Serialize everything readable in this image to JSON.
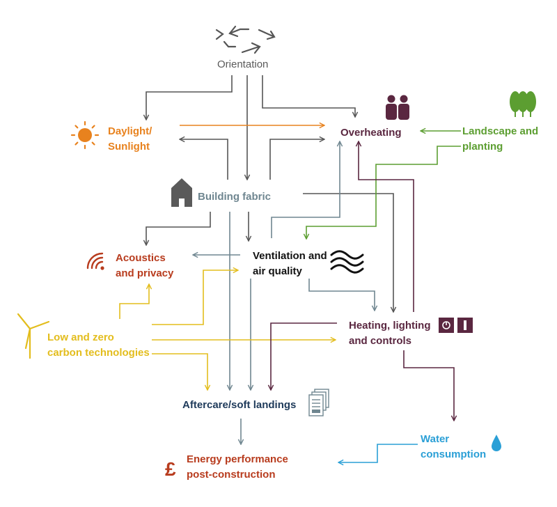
{
  "title": "",
  "colors": {
    "orientation": "#5a5a5a",
    "daylight": "#e8821e",
    "overheating": "#5a2740",
    "landscape": "#5c9e31",
    "building": "#6f8690",
    "acoustics": "#b83c1e",
    "ventilation": "#111111",
    "lzc": "#e3bd1d",
    "heating": "#5a2740",
    "aftercare": "#1e3a5a",
    "water": "#2a9fd6",
    "energy": "#b83c1e",
    "grey_line": "#555555",
    "slate_line": "#6f8690"
  },
  "nodes": {
    "orientation": {
      "label": "Orientation",
      "icon": "rotating-arrows-icon"
    },
    "daylight": {
      "line1": "Daylight/",
      "line2": "Sunlight",
      "icon": "sun-icon"
    },
    "overheating": {
      "label": "Overheating",
      "icon": "people-icon"
    },
    "landscape": {
      "line1": "Landscape and",
      "line2": "planting",
      "icon": "trees-icon"
    },
    "building": {
      "label": "Building fabric",
      "icon": "house-icon"
    },
    "acoustics": {
      "line1": "Acoustics",
      "line2": "and privacy",
      "icon": "sound-waves-icon"
    },
    "ventilation": {
      "line1": "Ventilation and",
      "line2": "air quality",
      "icon": "air-flow-icon"
    },
    "lzc": {
      "line1": "Low and zero",
      "line2": "carbon technologies",
      "icon": "wind-turbine-icon"
    },
    "heating": {
      "line1": "Heating, lighting",
      "line2": "and controls",
      "icon": "controls-icon"
    },
    "aftercare": {
      "label": "Aftercare/soft landings",
      "icon": "documents-icon"
    },
    "water": {
      "line1": "Water",
      "line2": "consumption",
      "icon": "water-drop-icon"
    },
    "energy": {
      "line1": "Energy performance",
      "line2": "post-construction",
      "icon": "pound-icon"
    }
  }
}
